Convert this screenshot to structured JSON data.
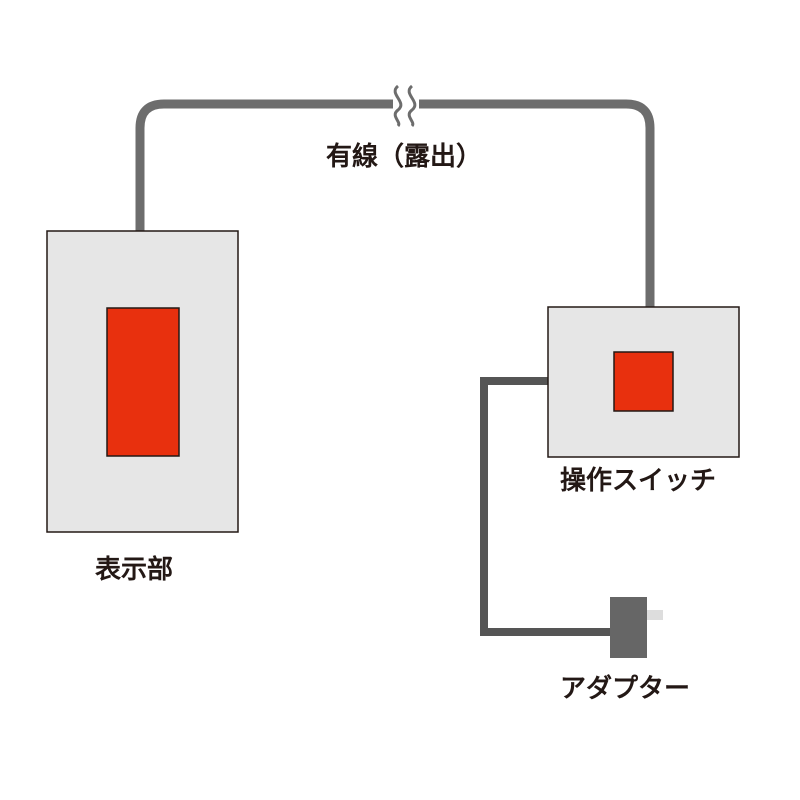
{
  "labels": {
    "wire": "有線（露出）",
    "display_unit": "表示部",
    "switch_unit": "操作スイッチ",
    "adapter": "アダプター"
  },
  "colors": {
    "panel_fill": "#e6e6e6",
    "panel_border": "#231815",
    "indicator_red": "#e8300e",
    "exposed_wire": "#6d6d6d",
    "adapter_wire": "#555555",
    "adapter_body": "#666666",
    "adapter_pin": "#dddddd",
    "text": "#231815"
  }
}
